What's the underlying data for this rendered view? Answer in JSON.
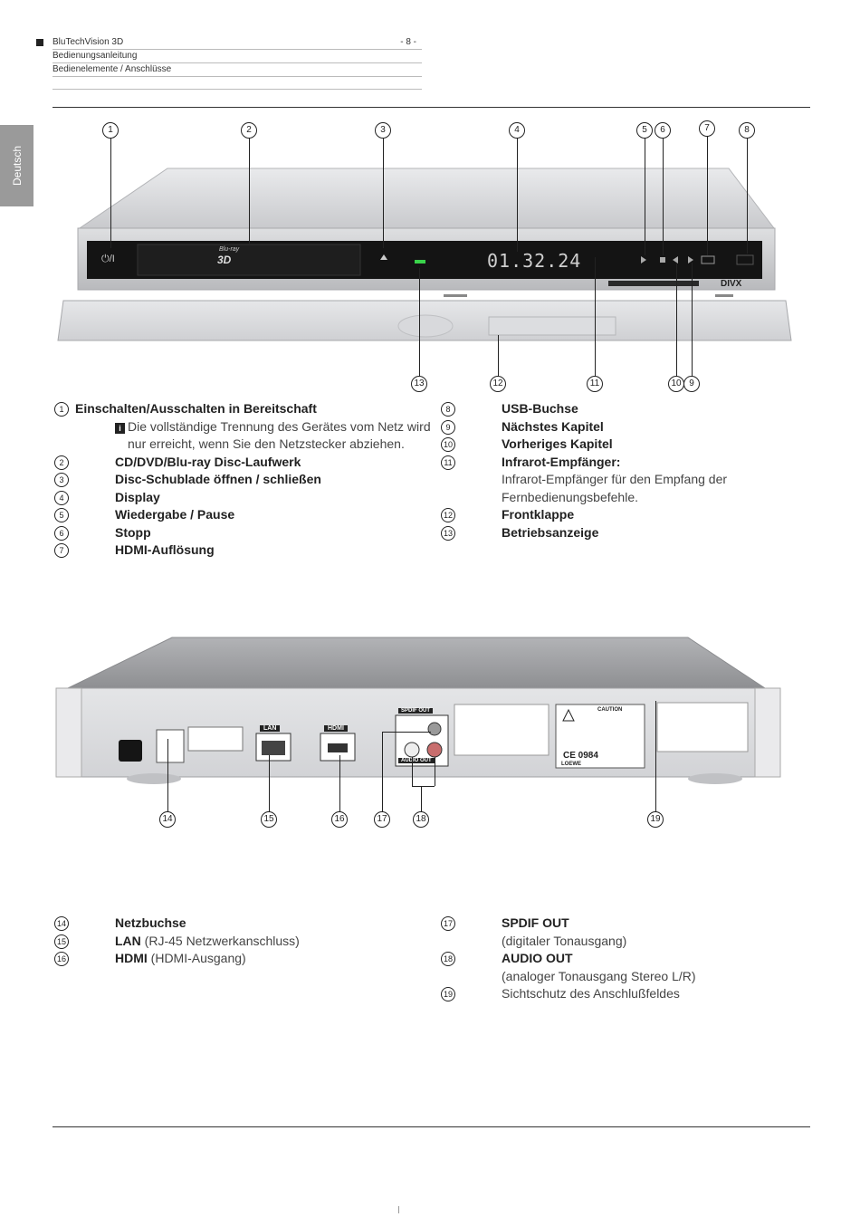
{
  "header": {
    "product": "BluTechVision 3D",
    "page": "- 8 -",
    "doc_type": "Bedienungsanleitung",
    "section": "Bedienelemente / Anschlüsse"
  },
  "side_tab": "Deutsch",
  "device_front": {
    "display_text": "01.32.24",
    "bluray_label": "Blu-ray",
    "bluray_3d": "3D",
    "power_symbol": "⏻/I",
    "divx_logo": "DIVX"
  },
  "front_callouts": [
    "1",
    "2",
    "3",
    "4",
    "5",
    "6",
    "7",
    "8",
    "13",
    "12",
    "11",
    "10",
    "9"
  ],
  "front_legend_left": [
    {
      "num": "1",
      "title": "Einschalten/Ausschalten in Bereitschaft",
      "note": "Die vollständige Trennung des Gerätes vom Netz wird",
      "note2": "nur erreicht, wenn Sie den Netzstecker abziehen.",
      "info": "i"
    },
    {
      "num": "2",
      "title": "CD/DVD/Blu-ray Disc-Laufwerk"
    },
    {
      "num": "3",
      "title": "Disc-Schublade öffnen / schließen"
    },
    {
      "num": "4",
      "title": "Display"
    },
    {
      "num": "5",
      "title": "Wiedergabe / Pause"
    },
    {
      "num": "6",
      "title": "Stopp"
    },
    {
      "num": "7",
      "title": "HDMI-Auflösung"
    }
  ],
  "front_legend_right": [
    {
      "num": "8",
      "title": "USB-Buchse"
    },
    {
      "num": "9",
      "title": "Nächstes Kapitel"
    },
    {
      "num": "10",
      "title": "Vorheriges Kapitel"
    },
    {
      "num": "11",
      "title": "Infrarot-Empfänger:",
      "line2": "Infrarot-Empfänger für den Empfang der",
      "line3": "Fernbedienungsbefehle."
    },
    {
      "num": "12",
      "title": "Frontklappe"
    },
    {
      "num": "13",
      "title": "Betriebsanzeige"
    }
  ],
  "device_back": {
    "lan_label": "LAN",
    "hdmi_label": "HDMI",
    "spdif_label": "SPDIF OUT",
    "audio_label": "AUDIO OUT",
    "caution_label": "CAUTION",
    "ce_label": "CE 0984",
    "loewe_label": "LOEWE"
  },
  "back_callouts": [
    "14",
    "15",
    "16",
    "17",
    "18",
    "19"
  ],
  "back_legend_left": [
    {
      "num": "14",
      "title": "Netzbuchse",
      "rest": ""
    },
    {
      "num": "15",
      "title": "LAN",
      "rest": " (RJ-45 Netzwerkanschluss)"
    },
    {
      "num": "16",
      "title": "HDMI",
      "rest": " (HDMI-Ausgang)"
    }
  ],
  "back_legend_right": [
    {
      "num": "17",
      "title": "SPDIF OUT",
      "line2": "(digitaler Tonausgang)"
    },
    {
      "num": "18",
      "title": "AUDIO OUT",
      "line2": "(analoger Tonausgang Stereo L/R)"
    },
    {
      "num": "19",
      "title": "",
      "plain": "Sichtschutz des Anschlußfeldes"
    }
  ],
  "colors": {
    "device_silver": "#d9dadc",
    "panel_black": "#141414",
    "display_text": "#cfcfcf",
    "led_green": "#39d34a"
  }
}
